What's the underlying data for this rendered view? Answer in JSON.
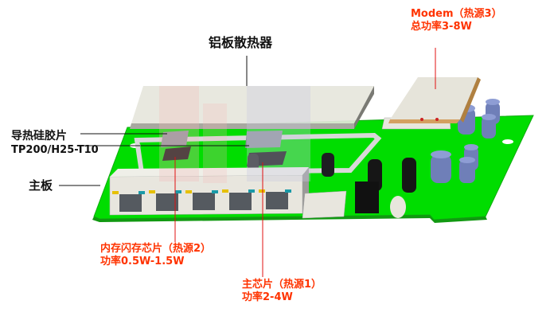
{
  "diagram": {
    "colors": {
      "pcb_green": "#00dd00",
      "pcb_edge": "#22aa22",
      "heatsink": "#e6e6dc",
      "heatsink_side": "#a8a8a0",
      "annotation_red": "#ff3300",
      "leader_black": "#111111",
      "leader_red": "#e01010",
      "capacitor": "#6f7fb8",
      "chip_dark": "#1a1a1a",
      "thermal_pad": "#8a8f96",
      "connector": "#e8e6de"
    },
    "labels": {
      "heatsink": "铝板散热器",
      "thermal_pad_line1": "导热硅胶片",
      "thermal_pad_line2": "TP200/H25-T10",
      "mainboard": "主板",
      "modem_line1": "Modem（热源3）",
      "modem_line2": "总功率3-8W",
      "memory_line1": "内存闪存芯片（热源2）",
      "memory_line2": "功率0.5W-1.5W",
      "main_chip_line1": "主芯片（热源1）",
      "main_chip_line2": "功率2-4W"
    },
    "components": [
      {
        "name": "Aluminum plate heatsink",
        "type": "heatsink"
      },
      {
        "name": "Thermal silicone pad",
        "part": "TP200/H25-T10"
      },
      {
        "name": "Mainboard",
        "type": "pcb"
      },
      {
        "name": "Modem",
        "heat_source": 3,
        "power": "3-8W"
      },
      {
        "name": "Memory / flash chip",
        "heat_source": 2,
        "power": "0.5W-1.5W"
      },
      {
        "name": "Main chip",
        "heat_source": 1,
        "power": "2-4W"
      },
      {
        "name": "RJ45 ports",
        "count": 5
      }
    ]
  }
}
